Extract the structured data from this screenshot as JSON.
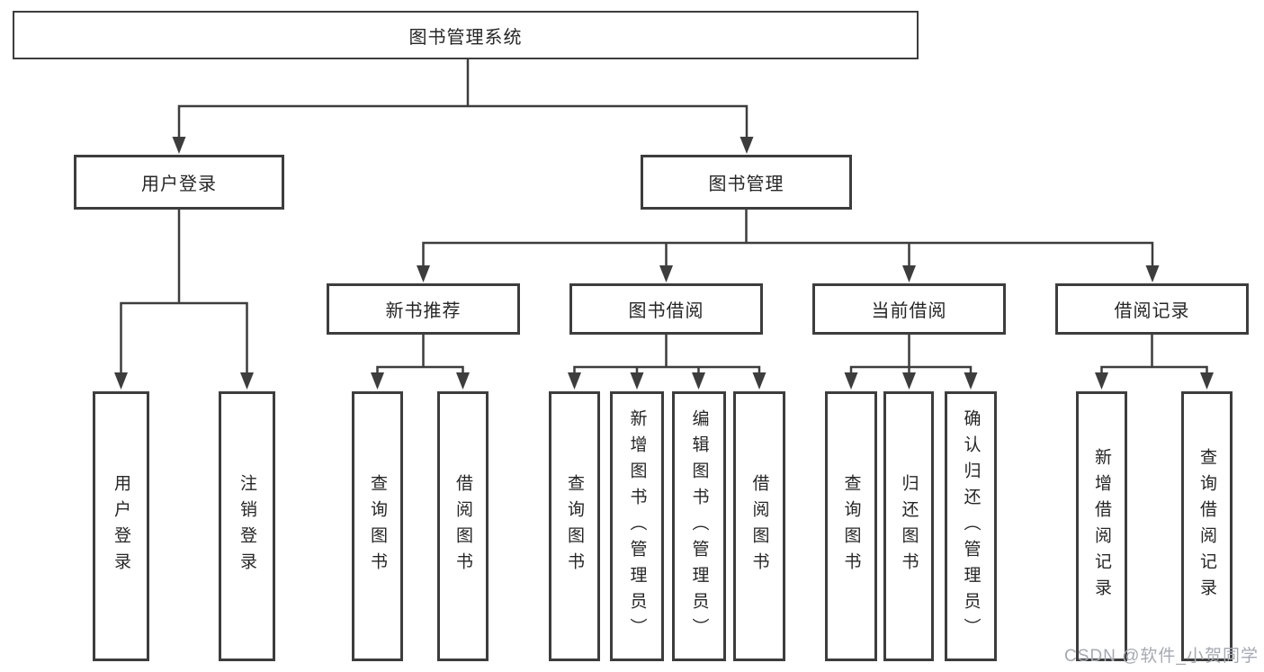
{
  "diagram": {
    "root": {
      "label": "图书管理系统"
    },
    "level2": {
      "user_login": {
        "label": "用户登录"
      },
      "book_mgmt": {
        "label": "图书管理"
      }
    },
    "level3": {
      "new_books": {
        "label": "新书推荐"
      },
      "borrow": {
        "label": "图书借阅"
      },
      "current": {
        "label": "当前借阅"
      },
      "records": {
        "label": "借阅记录"
      }
    },
    "leaves": {
      "login": {
        "label": "用户登录"
      },
      "logout": {
        "label": "注销登录"
      },
      "nb_query": {
        "label": "查询图书"
      },
      "nb_borrow": {
        "label": "借阅图书"
      },
      "bb_query": {
        "label": "查询图书"
      },
      "bb_add": {
        "label": "新增图书（管理员）"
      },
      "bb_edit": {
        "label": "编辑图书（管理员）"
      },
      "bb_borrow": {
        "label": "借阅图书"
      },
      "cb_query": {
        "label": "查询图书"
      },
      "cb_return": {
        "label": "归还图书"
      },
      "cb_confirm": {
        "label": "确认归还（管理员）"
      },
      "br_add": {
        "label": "新增借阅记录"
      },
      "br_query": {
        "label": "查询借阅记录"
      }
    },
    "watermark": "CSDN @软件_小贺同学",
    "colors": {
      "line": "#3d3d3d",
      "text": "#262626",
      "watermark": "#a7a9b3",
      "background": "#ffffff"
    }
  }
}
